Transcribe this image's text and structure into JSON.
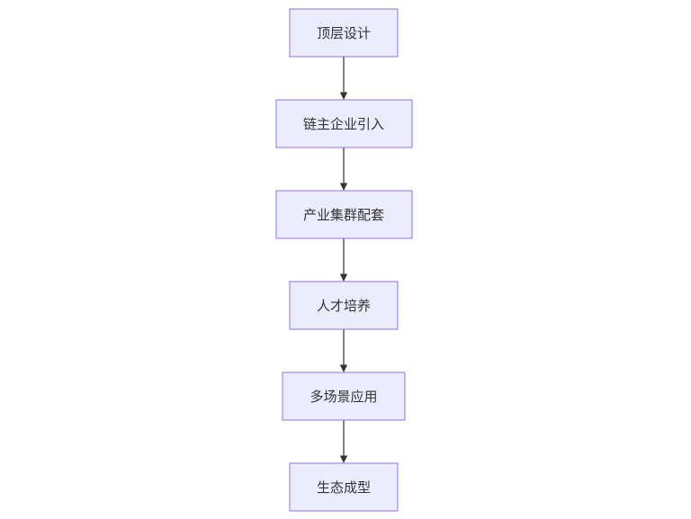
{
  "flowchart": {
    "direction": "top-to-bottom",
    "nodes": [
      {
        "id": "n1",
        "label": "顶层设计"
      },
      {
        "id": "n2",
        "label": "链主企业引入"
      },
      {
        "id": "n3",
        "label": "产业集群配套"
      },
      {
        "id": "n4",
        "label": "人才培养"
      },
      {
        "id": "n5",
        "label": "多场景应用"
      },
      {
        "id": "n6",
        "label": "生态成型"
      }
    ],
    "edges": [
      {
        "from": "n1",
        "to": "n2"
      },
      {
        "from": "n2",
        "to": "n3"
      },
      {
        "from": "n3",
        "to": "n4"
      },
      {
        "from": "n4",
        "to": "n5"
      },
      {
        "from": "n5",
        "to": "n6"
      }
    ],
    "colors": {
      "node_fill": "#ececff",
      "node_border": "#9370db",
      "text": "#333333",
      "edge": "#333333"
    }
  }
}
